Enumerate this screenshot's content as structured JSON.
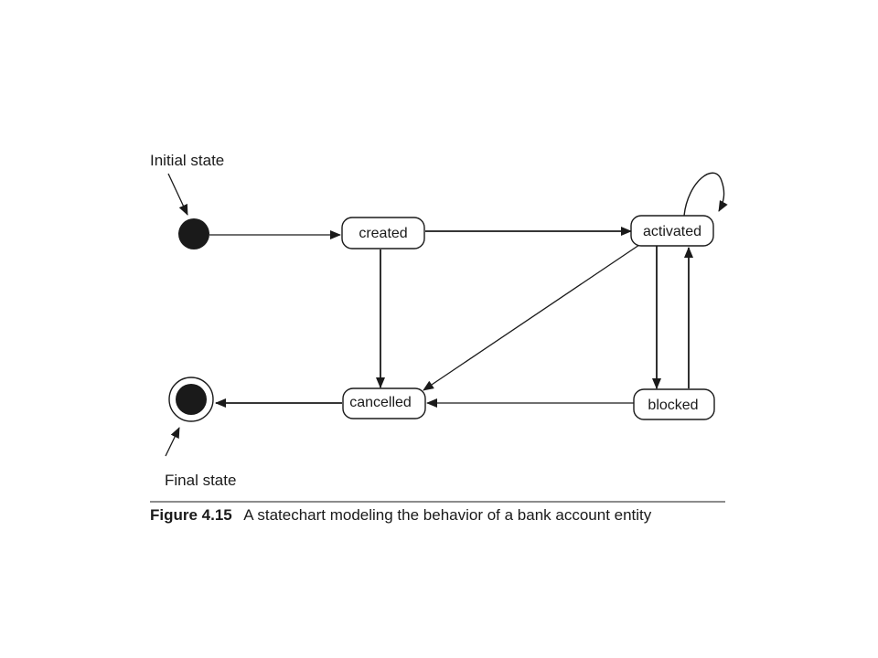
{
  "annotations": {
    "initial_label": "Initial state",
    "final_label": "Final state"
  },
  "states": {
    "created": "created",
    "activated": "activated",
    "blocked": "blocked",
    "cancelled": "cancelled"
  },
  "caption": {
    "number": "Figure 4.15",
    "text": "A statechart modeling the behavior of a bank account entity"
  }
}
